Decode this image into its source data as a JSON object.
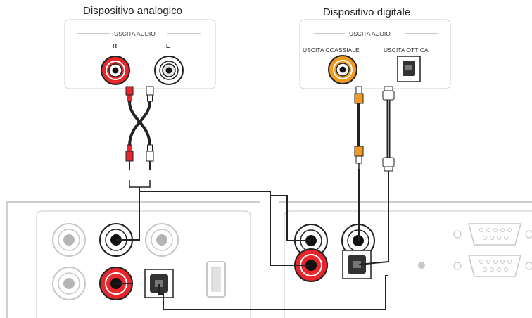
{
  "analog_device": {
    "title": "Dispositivo analogico",
    "section_label": "USCITA AUDIO",
    "channel_right": "R",
    "channel_left": "L"
  },
  "digital_device": {
    "title": "Dispositivo digitale",
    "section_label": "USCITA AUDIO",
    "coaxial_label": "USCITA COASSIALE",
    "optical_label": "USCITA OTTICA"
  },
  "colors": {
    "rca_red": "#e8262b",
    "rca_white": "#f2f2f2",
    "coaxial_orange": "#f29a1f",
    "cable": "#222222",
    "panel_stroke": "#c8c8c8"
  }
}
